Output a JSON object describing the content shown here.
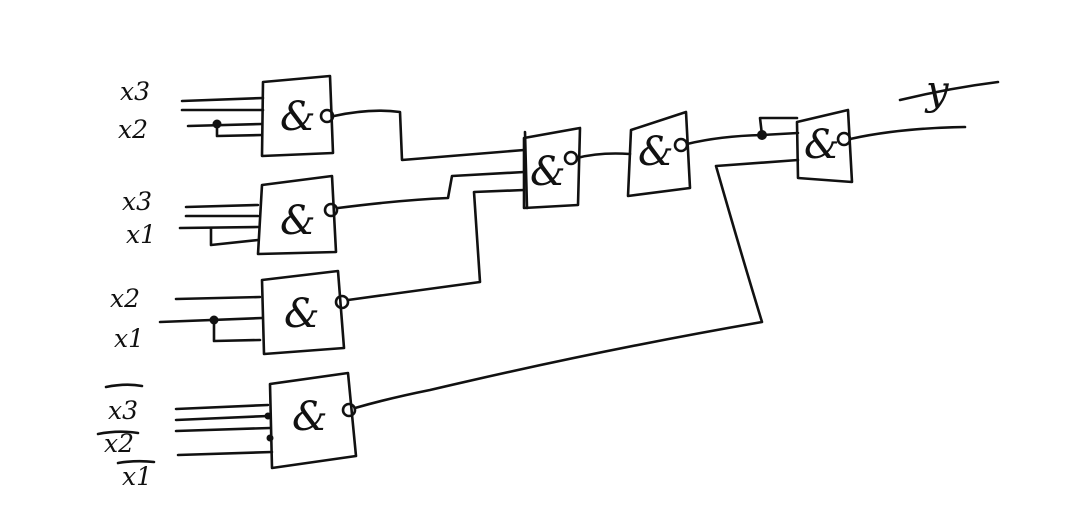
{
  "diagram": {
    "gate_symbol": "&",
    "output_label": "y",
    "input_groups": [
      {
        "labels": [
          "x3",
          "x2"
        ]
      },
      {
        "labels": [
          "x3",
          "x1"
        ]
      },
      {
        "labels": [
          "x2",
          "x1"
        ]
      },
      {
        "labels": [
          "x3",
          "x2",
          "x1"
        ],
        "inverted": true
      }
    ]
  }
}
